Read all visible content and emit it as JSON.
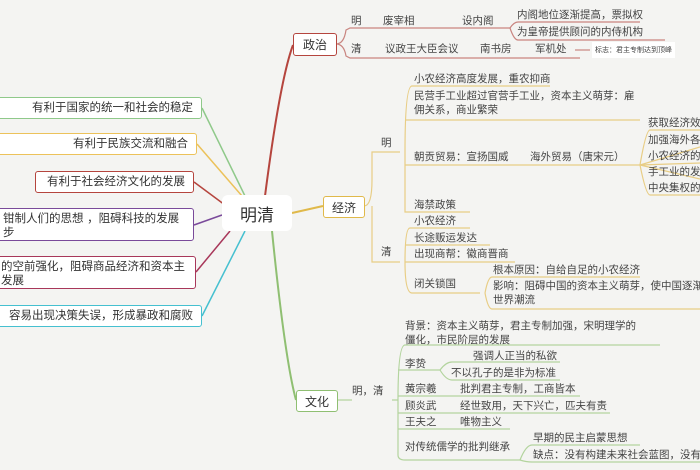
{
  "center": "明清",
  "colors": {
    "politics": "#b5453e",
    "economy": "#e0b94a",
    "culture": "#8fbf72"
  },
  "left_points": [
    {
      "text": "有利于国家的统一和社会的稳定",
      "color": "#8fc98a"
    },
    {
      "text": "有利于民族交流和融合",
      "color": "#ecc25a"
    },
    {
      "text": "有利于社会经济文化的发展",
      "color": "#b5453e"
    },
    {
      "text": "钳制人们的思想 ，阻碍科技的发展步",
      "color": "#7a4a9a"
    },
    {
      "text": "的空前强化，阻碍商品经济和资本主发展",
      "color": "#a8375a"
    },
    {
      "text": "容易出现决策失误，形成暴政和腐败",
      "color": "#45c0d0"
    }
  ],
  "politics": {
    "label": "政治",
    "ming": {
      "label": "明",
      "items": [
        "废宰相",
        "设内阁"
      ],
      "details": [
        "内阁地位逐渐提高，票拟权",
        "为皇帝提供顾问的内侍机构"
      ]
    },
    "qing": {
      "label": "清",
      "items": [
        "议政王大臣会议",
        "南书房",
        "军机处"
      ],
      "note": "标志：君主专制达到顶峰"
    }
  },
  "economy": {
    "label": "经济",
    "ming": {
      "label": "明",
      "items": [
        "小农经济高度发展，重农抑商",
        "民营手工业超过官营手工业，资本主义萌芽：雇佣关系，商业繁荣",
        "朝贡贸易：宣扬国威",
        "海禁政策"
      ],
      "overseas": "海外贸易（唐宋元）",
      "overseas_items": [
        "获取经济效",
        "加强海外各",
        "小农经济的",
        "手工业的发",
        "中央集权的"
      ]
    },
    "qing": {
      "label": "清",
      "items": [
        "小农经济",
        "长途贩运发达",
        "出现商帮：徽商晋商",
        "闭关锁国"
      ],
      "closed_items": [
        "根本原因：自给自足的小农经济",
        "影响：阻碍中国的资本主义萌芽，使中国逐渐世界潮流"
      ]
    }
  },
  "culture": {
    "label": "文化",
    "period": "明，清",
    "background": "背景：资本主义萌芽，君主专制加强，宋明理学的僵化，市民阶层的发展",
    "people": [
      {
        "name": "李贽",
        "ideas": [
          "强调人正当的私欲",
          "不以孔子的是非为标准"
        ]
      },
      {
        "name": "黄宗羲",
        "ideas": [
          "批判君主专制，工商皆本"
        ]
      },
      {
        "name": "顾炎武",
        "ideas": [
          "经世致用，天下兴亡，匹夫有责"
        ]
      },
      {
        "name": "王夫之",
        "ideas": [
          "唯物主义"
        ]
      }
    ],
    "inherit": {
      "label": "对传统儒学的批判继承",
      "items": [
        "早期的民主启蒙思想",
        "缺点：没有构建未来社会蓝图，没有"
      ]
    }
  }
}
